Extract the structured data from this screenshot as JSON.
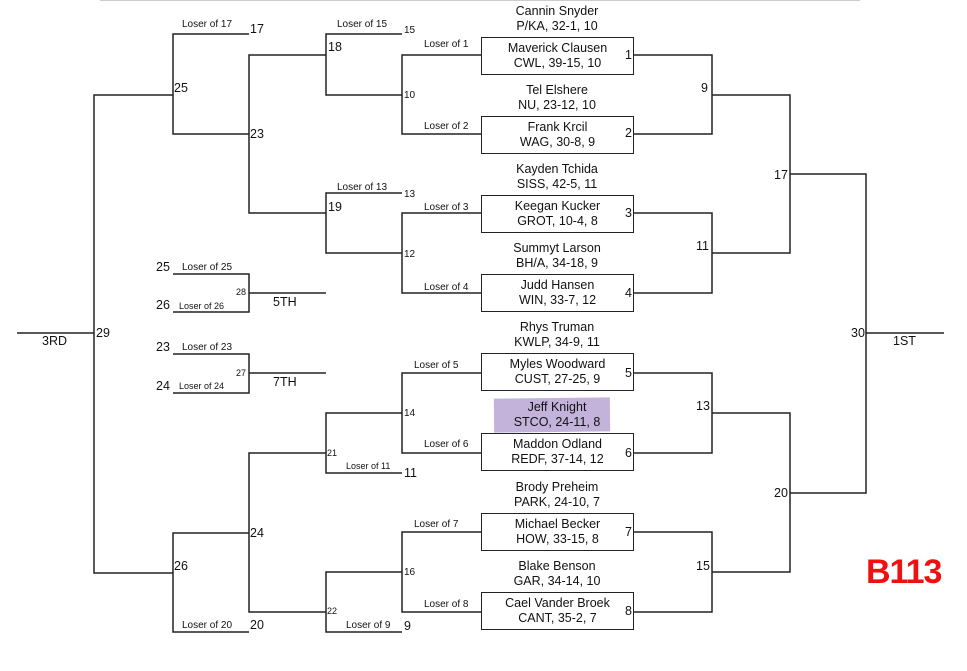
{
  "bracket_id": "B113",
  "seeds": [
    {
      "num": "1",
      "top": {
        "name": "Cannin Snyder",
        "info": "P/KA, 32-1, 10"
      },
      "bottom": {
        "name": "Maverick Clausen",
        "info": "CWL, 39-15, 10"
      }
    },
    {
      "num": "2",
      "top": {
        "name": "Tel Elshere",
        "info": "NU, 23-12, 10"
      },
      "bottom": {
        "name": "Frank Krcil",
        "info": "WAG, 30-8, 9"
      }
    },
    {
      "num": "3",
      "top": {
        "name": "Kayden Tchida",
        "info": "SISS, 42-5, 11"
      },
      "bottom": {
        "name": "Keegan Kucker",
        "info": "GROT, 10-4, 8"
      }
    },
    {
      "num": "4",
      "top": {
        "name": "Summyt Larson",
        "info": "BH/A, 34-18, 9"
      },
      "bottom": {
        "name": "Judd Hansen",
        "info": "WIN, 33-7, 12"
      }
    },
    {
      "num": "5",
      "top": {
        "name": "Rhys Truman",
        "info": "KWLP, 34-9, 11"
      },
      "bottom": {
        "name": "Myles Woodward",
        "info": "CUST, 27-25, 9"
      }
    },
    {
      "num": "6",
      "top": {
        "name": "Jeff Knight",
        "info": "STCO, 24-11, 8"
      },
      "bottom": {
        "name": "Maddon Odland",
        "info": "REDF, 37-14, 12"
      }
    },
    {
      "num": "7",
      "top": {
        "name": "Brody Preheim",
        "info": "PARK, 24-10, 7"
      },
      "bottom": {
        "name": "Michael Becker",
        "info": "HOW, 33-15, 8"
      }
    },
    {
      "num": "8",
      "top": {
        "name": "Blake Benson",
        "info": "GAR, 34-14, 10"
      },
      "bottom": {
        "name": "Cael Vander Broek",
        "info": "CANT, 35-2, 7"
      }
    }
  ],
  "labels": {
    "m9": "9",
    "m10": "10",
    "m11": "11",
    "m12": "12",
    "m13": "13",
    "m14": "14",
    "m15": "15",
    "m16": "16",
    "m17": "17",
    "m18": "18",
    "m19": "19",
    "m20": "20",
    "m21": "21",
    "m22": "22",
    "m23": "23",
    "m24": "24",
    "m25": "25",
    "m26": "26",
    "m27": "27",
    "m28": "28",
    "m29": "29",
    "m30": "30",
    "l15": "15",
    "l13": "13",
    "l11": "11",
    "l9": "9",
    "l17": "17",
    "l20": "20",
    "l25a": "25",
    "l26a": "26",
    "l23a": "23",
    "l24a": "24",
    "lo1": "Loser of 1",
    "lo2": "Loser of 2",
    "lo3": "Loser of 3",
    "lo4": "Loser of 4",
    "lo5": "Loser of 5",
    "lo6": "Loser of 6",
    "lo7": "Loser of 7",
    "lo8": "Loser of 8",
    "lo9": "Loser of 9",
    "lo11": "Loser of 11",
    "lo13": "Loser of 13",
    "lo15": "Loser of 15",
    "lo17": "Loser of 17",
    "lo20": "Loser of 20",
    "lo23": "Loser of 23",
    "lo24": "Loser of 24",
    "lo25": "Loser of 25",
    "lo26": "Loser of 26",
    "first": "1ST",
    "third": "3RD",
    "fifth": "5TH",
    "seventh": "7TH"
  },
  "highlighted_wrestler": "Jeff Knight",
  "colors": {
    "line": "#222222",
    "highlight": "#b8a4d4",
    "tag": "#ee1111"
  }
}
